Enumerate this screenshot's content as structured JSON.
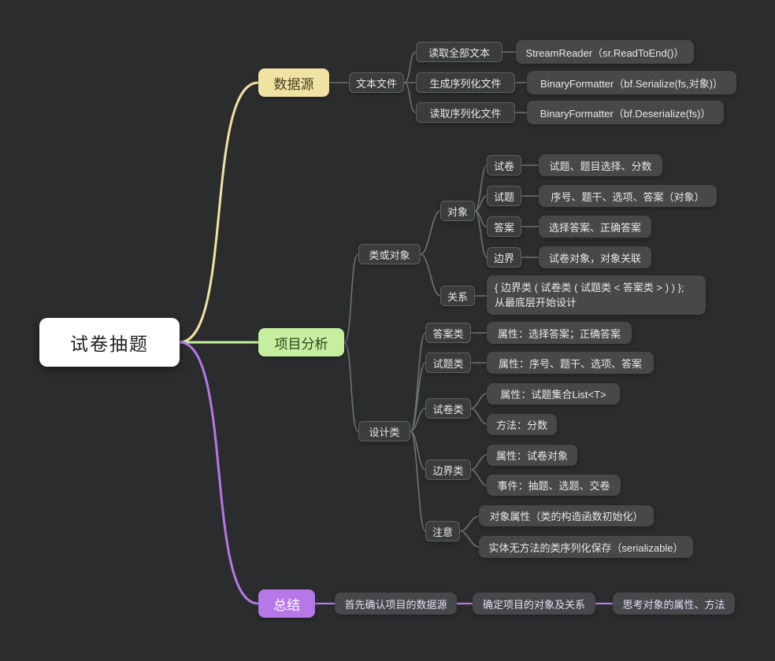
{
  "root_label": "试卷抽题",
  "ds": {
    "label": "数据源",
    "file": "文本文件",
    "read_all": "读取全部文本",
    "read_all_detail": "StreamReader（sr.ReadToEnd()）",
    "gen_ser": "生成序列化文件",
    "gen_ser_detail": "BinaryFormatter（bf.Serialize(fs,对象)）",
    "read_ser": "读取序列化文件",
    "read_ser_detail": "BinaryFormatter（bf.Deserialize(fs)）"
  },
  "pa": {
    "label": "项目分析",
    "coo": {
      "label": "类或对象",
      "obj": {
        "label": "对象",
        "paper": "试卷",
        "paper_detail": "试题、题目选择、分数",
        "question": "试题",
        "question_detail": "序号、题干、选项、答案（对象）",
        "answer": "答案",
        "answer_detail": "选择答案、正确答案",
        "boundary": "边界",
        "boundary_detail": "试卷对象，对象关联"
      },
      "rel": {
        "label": "关系",
        "line1": "{ 边界类 ( 试卷类 ( 试题类 < 答案类 > ) ) };",
        "line2": "从最底层开始设计"
      }
    },
    "design": {
      "label": "设计类",
      "answer_cls": "答案类",
      "answer_cls_detail": "属性：选择答案；正确答案",
      "question_cls": "试题类",
      "question_cls_detail": "属性：序号、题干、选项、答案",
      "paper_cls": "试卷类",
      "paper_attr": "属性：试题集合List<T>",
      "paper_method": "方法：分数",
      "boundary_cls": "边界类",
      "boundary_attr": "属性：试卷对象",
      "boundary_event": "事件：抽题、选题、交卷",
      "note": "注意",
      "note_1": "对象属性（类的构造函数初始化）",
      "note_2": "实体无方法的类序列化保存（serializable）"
    }
  },
  "summary": {
    "label": "总结",
    "step1": "首先确认项目的数据源",
    "step2": "确定项目的对象及关系",
    "step3": "思考对象的属性、方法"
  },
  "colors": {
    "background": "#2a2c2d",
    "root_fill": "#ffffff",
    "branch_yellow": "#f0e2a2",
    "branch_green": "#c5ee9f",
    "branch_purple": "#b678e6",
    "node_fill": "#464849",
    "node_border": "#5f6263",
    "edge_gray": "#6f7273",
    "text_light": "#e9e9e9"
  }
}
